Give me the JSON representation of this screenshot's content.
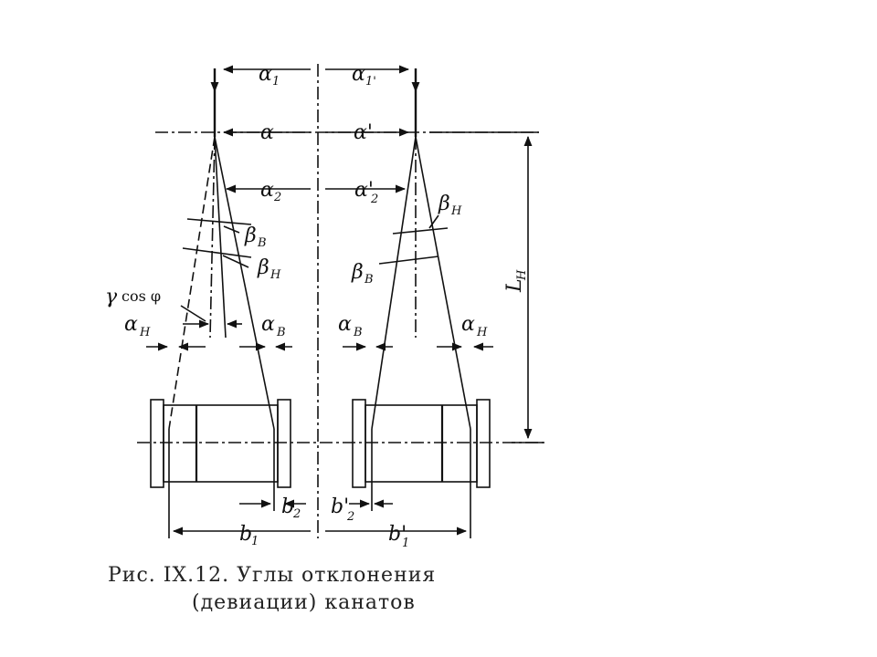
{
  "caption": {
    "line1": "Рис.  IX.12.  Углы  отклонения",
    "line2": "(девиации)  канатов"
  },
  "labels": {
    "a1": "α",
    "a1_sub": "1",
    "a1p": "α",
    "a1p_sub": "1'",
    "a": "α",
    "ap": "α'",
    "a2": "α",
    "a2_sub": "2",
    "a2p": "α'",
    "a2p_sub": "2",
    "bv_left": "β",
    "bv_left_sub": "B",
    "bn_left": "β",
    "bn_left_sub": "H",
    "bn_right": "β",
    "bn_right_sub": "H",
    "bv_right": "β",
    "bv_right_sub": "B",
    "gamma": "γ",
    "cos_phi": "cos φ",
    "alpha_n_left": "α",
    "alpha_n_left_sub": "H",
    "alpha_v_left": "α",
    "alpha_v_left_sub": "B",
    "alpha_v_right": "α",
    "alpha_v_right_sub": "B",
    "alpha_n_right": "α",
    "alpha_n_right_sub": "H",
    "lh": "L",
    "lh_sub": "H",
    "b2": "b",
    "b2_sub": "2",
    "b2p": "b'",
    "b2p_sub": "2",
    "b1": "b",
    "b1_sub": "1",
    "b1p": "b'",
    "b1p_sub": "1"
  }
}
